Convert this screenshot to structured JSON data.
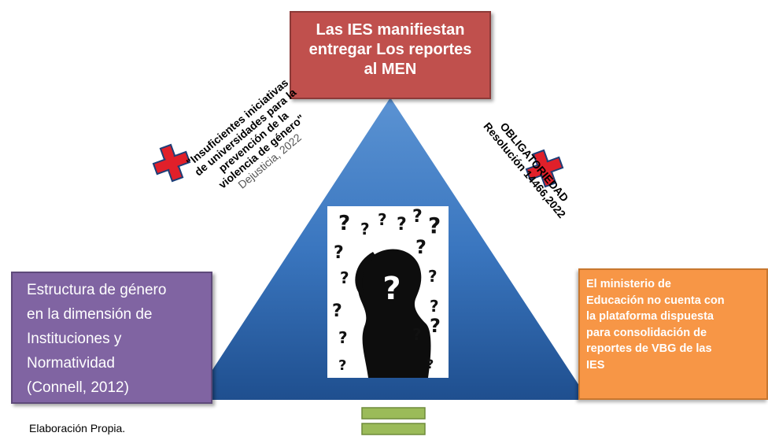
{
  "top_box": {
    "lines": [
      "Las IES manifiestan",
      "entregar Los reportes",
      "al MEN"
    ]
  },
  "left_box": {
    "lines": [
      "Estructura de género",
      "en la dimensión de",
      "Instituciones y",
      "Normatividad",
      "(Connell, 2012)"
    ]
  },
  "right_box": {
    "lines": [
      "El ministerio de",
      "Educación no cuenta con",
      "la plataforma dispuesta",
      "para consolidación de",
      "reportes de VBG de las",
      "IES"
    ]
  },
  "left_quote": {
    "lines": [
      "\"Insuficientes iniciativas",
      "de universidades para la",
      "prevención de la",
      "violencia de género\""
    ],
    "citation": "Dejusticia, 2022"
  },
  "right_note": {
    "lines": [
      "OBLIGATORIEDAD",
      "Resolución 14466,2022"
    ]
  },
  "credit": "Elaboración Propia.",
  "icons": {
    "plus": "red-plus-icon",
    "equals": "green-equals-icon",
    "center": "woman-silhouette-question-marks"
  },
  "colors": {
    "triangle": "#2f6bb3",
    "top_box": "#c0504d",
    "left_box": "#8064a2",
    "right_box": "#f79646",
    "plus": "#e0202a",
    "equals": "#9bbb59"
  }
}
